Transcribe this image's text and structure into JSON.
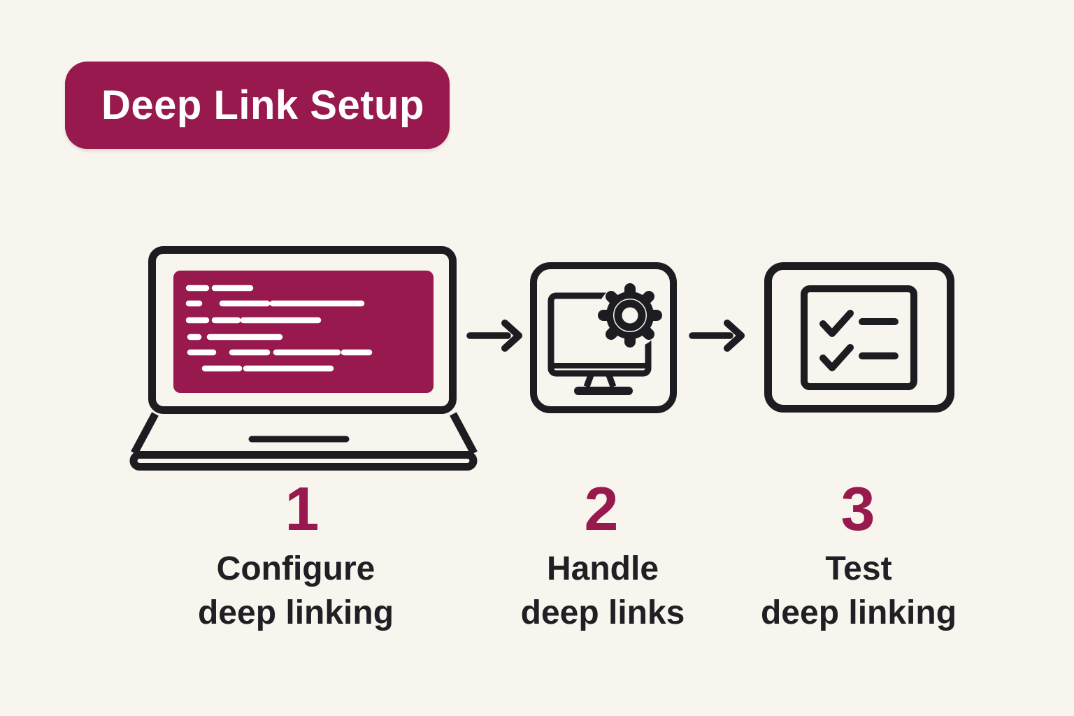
{
  "title": "Deep Link Setup",
  "colors": {
    "maroon": "#97194D",
    "ink": "#1D1C21",
    "background": "#F8F5EE",
    "code-line": "#FFFFFF",
    "label-text": "#201F24"
  },
  "steps": [
    {
      "number": "1",
      "label_line1": "Configure",
      "label_line2": "deep linking",
      "icon": "laptop-code-icon"
    },
    {
      "number": "2",
      "label_line1": "Handle",
      "label_line2": "deep links",
      "icon": "monitor-gear-icon"
    },
    {
      "number": "3",
      "label_line1": "Test",
      "label_line2": "deep linking",
      "icon": "checklist-icon"
    }
  ]
}
